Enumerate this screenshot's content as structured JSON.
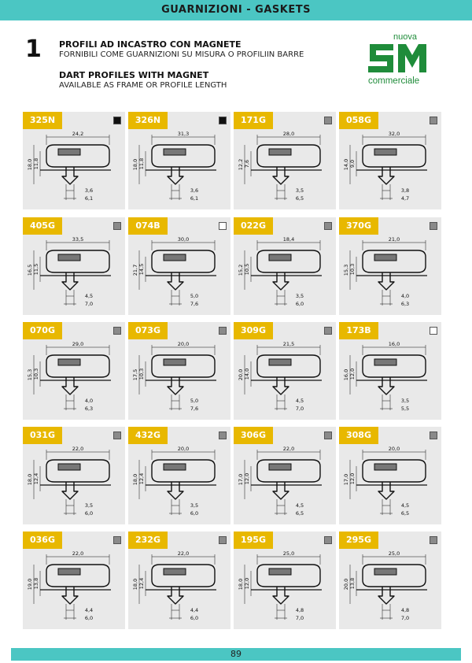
{
  "header": {
    "title": "GUARNIZIONI  -  GASKETS"
  },
  "section": {
    "number": "1",
    "line1": "PROFILI AD INCASTRO CON MAGNETE",
    "line2": "FORNIBILI COME GUARNIZIONI SU MISURA O PROFILIIN BARRE",
    "line3": "DART PROFILES WITH MAGNET",
    "line4": "AVAILABLE AS FRAME OR PROFILE LENGTH"
  },
  "logo": {
    "top": "nuova",
    "bottom": "commerciale",
    "color": "#1f8c3a"
  },
  "page_number": "89",
  "colors": {
    "accent": "#4bc6c3",
    "code_bg": "#e8b800",
    "card_bg": "#e9e9e9"
  },
  "products": [
    {
      "code": "325N",
      "swatch": "black",
      "width": "24,2",
      "height": "18,0",
      "height2": "11,8",
      "d1": "3,6",
      "d2": "6,1"
    },
    {
      "code": "326N",
      "swatch": "black",
      "width": "31,3",
      "height": "18,0",
      "height2": "11,8",
      "d1": "3,6",
      "d2": "6,1"
    },
    {
      "code": "171G",
      "swatch": "grey",
      "width": "28,0",
      "height": "12,2",
      "height2": "7,6",
      "d1": "3,5",
      "d2": "6,5"
    },
    {
      "code": "058G",
      "swatch": "grey",
      "width": "32,0",
      "height": "14,0",
      "height2": "9,0",
      "d1": "3,8",
      "d2": "4,7"
    },
    {
      "code": "405G",
      "swatch": "grey",
      "width": "33,5",
      "height": "16,5",
      "height2": "11,5",
      "d1": "4,5",
      "d2": "7,0"
    },
    {
      "code": "074B",
      "swatch": "white",
      "width": "30,0",
      "height": "21,7",
      "height2": "14,5",
      "d1": "5,0",
      "d2": "7,6"
    },
    {
      "code": "022G",
      "swatch": "grey",
      "width": "18,4",
      "height": "15,2",
      "height2": "10,5",
      "d1": "3,5",
      "d2": "6,0"
    },
    {
      "code": "370G",
      "swatch": "grey",
      "width": "21,0",
      "height": "15,3",
      "height2": "10,3",
      "d1": "4,0",
      "d2": "6,3"
    },
    {
      "code": "070G",
      "swatch": "grey",
      "width": "29,0",
      "height": "15,3",
      "height2": "10,3",
      "d1": "4,0",
      "d2": "6,3"
    },
    {
      "code": "073G",
      "swatch": "grey",
      "width": "20,0",
      "height": "17,5",
      "height2": "10,3",
      "d1": "5,0",
      "d2": "7,6"
    },
    {
      "code": "309G",
      "swatch": "grey",
      "width": "21,5",
      "height": "20,0",
      "height2": "14,0",
      "d1": "4,5",
      "d2": "7,0"
    },
    {
      "code": "173B",
      "swatch": "white",
      "width": "16,0",
      "height": "16,0",
      "height2": "12,0",
      "d1": "3,5",
      "d2": "5,5"
    },
    {
      "code": "031G",
      "swatch": "grey",
      "width": "22,0",
      "height": "18,0",
      "height2": "12,4",
      "d1": "3,5",
      "d2": "6,0"
    },
    {
      "code": "432G",
      "swatch": "grey",
      "width": "20,0",
      "height": "18,0",
      "height2": "12,4",
      "d1": "3,5",
      "d2": "6,0"
    },
    {
      "code": "306G",
      "swatch": "grey",
      "width": "22,0",
      "height": "17,0",
      "height2": "12,0",
      "d1": "4,5",
      "d2": "6,5"
    },
    {
      "code": "308G",
      "swatch": "grey",
      "width": "20,0",
      "height": "17,0",
      "height2": "12,0",
      "d1": "4,5",
      "d2": "6,5"
    },
    {
      "code": "036G",
      "swatch": "grey",
      "width": "22,0",
      "height": "19,0",
      "height2": "13,8",
      "d1": "4,4",
      "d2": "6,0"
    },
    {
      "code": "232G",
      "swatch": "grey",
      "width": "22,0",
      "height": "18,0",
      "height2": "12,4",
      "d1": "4,4",
      "d2": "6,0"
    },
    {
      "code": "195G",
      "swatch": "grey",
      "width": "25,0",
      "height": "18,0",
      "height2": "12,0",
      "d1": "4,8",
      "d2": "7,0"
    },
    {
      "code": "295G",
      "swatch": "grey",
      "width": "25,0",
      "height": "20,0",
      "height2": "13,8",
      "d1": "4,8",
      "d2": "7,0"
    }
  ]
}
